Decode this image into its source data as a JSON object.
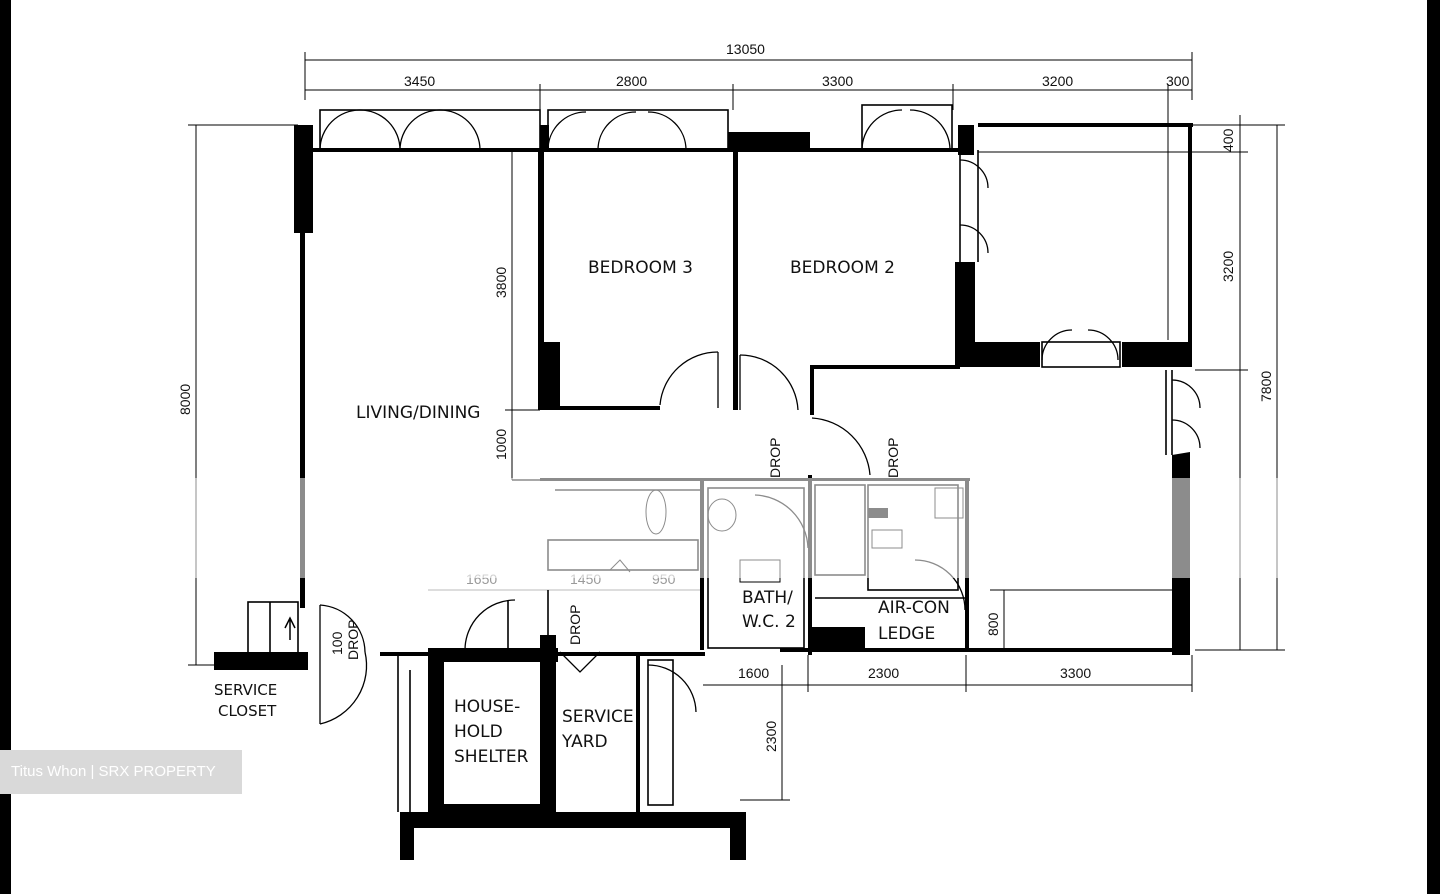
{
  "plan": {
    "rooms": {
      "bedroom3": "BEDROOM 3",
      "bedroom2": "BEDROOM 2",
      "living_dining": "LIVING/DINING",
      "bath_wc2_line1": "BATH/",
      "bath_wc2_line2": "W.C. 2",
      "aircon_line1": "AIR-CON",
      "aircon_line2": "LEDGE",
      "household_line1": "HOUSE-",
      "household_line2": "HOLD",
      "household_line3": "SHELTER",
      "service_yard_line1": "SERVICE",
      "service_yard_line2": "YARD",
      "service_closet_line1": "SERVICE",
      "service_closet_line2": "CLOSET"
    },
    "drop_labels": [
      "DROP",
      "DROP",
      "DROP",
      "DROP"
    ],
    "dims": {
      "top_total": "13050",
      "top_segments": [
        "3450",
        "2800",
        "3300",
        "3200",
        "300"
      ],
      "left_total": "8000",
      "right_total": "7800",
      "right_upper": "400",
      "right_mid": "3200",
      "inner_3800": "3800",
      "inner_1000": "1000",
      "inner_100": "100",
      "inner_800": "800",
      "inner_2300_vertical": "2300",
      "bottom_segments": [
        "1600",
        "2300",
        "3300"
      ],
      "ghost_1650": "1650",
      "ghost_1450": "1450",
      "ghost_950": "950"
    }
  },
  "watermark": "Titus Whon | SRX PROPERTY"
}
